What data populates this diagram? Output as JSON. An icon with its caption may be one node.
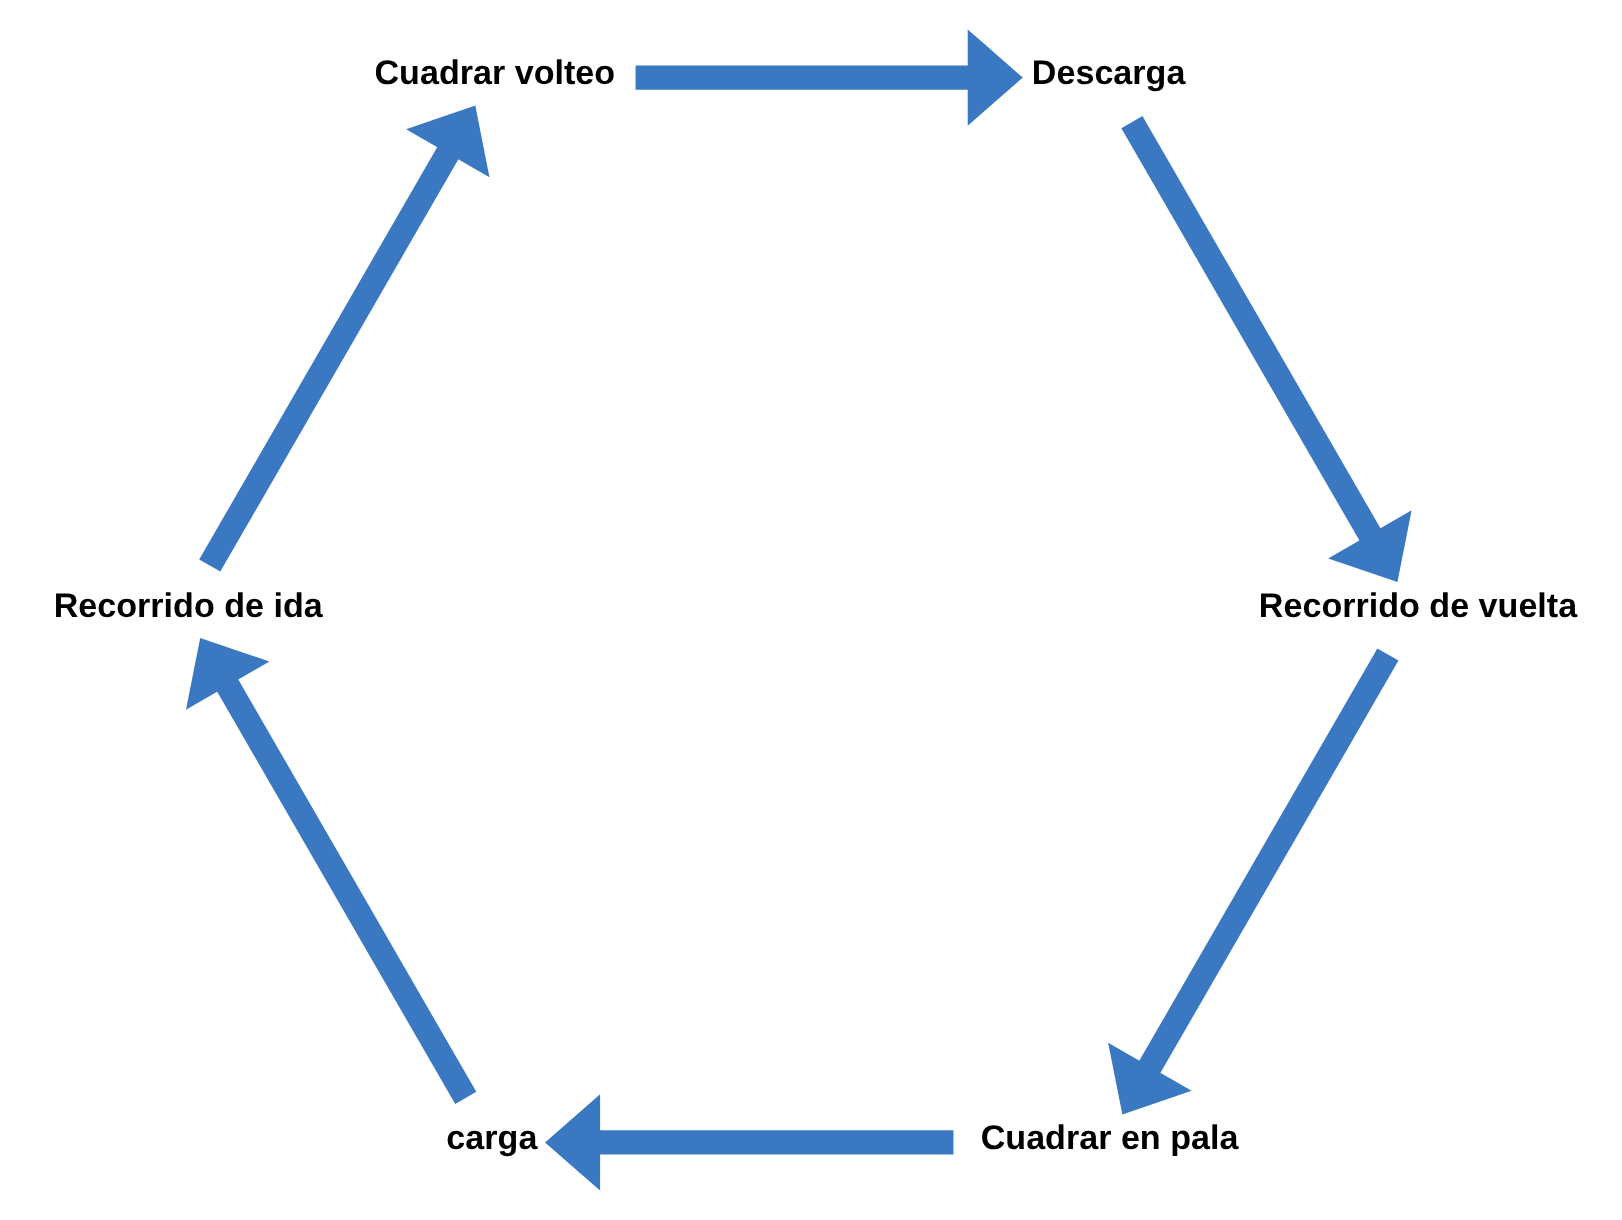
{
  "diagram": {
    "nodes": [
      {
        "text": [
          "Cuadrar en pala"
        ]
      },
      {
        "text": [
          "carga"
        ]
      },
      {
        "text": [
          "Recorrido de vuelta"
        ]
      },
      {
        "text": [
          "Recorrido de ida"
        ]
      },
      {
        "text": [
          "Descarga"
        ]
      },
      {
        "text": [
          "Cuadrar volteo"
        ]
      }
    ],
    "edges": [
      {
        "from": 0,
        "to": 1,
        "arrow": "to"
      },
      {
        "from": 1,
        "to": 3,
        "arrow": "to"
      },
      {
        "from": 3,
        "to": 5,
        "arrow": "to"
      },
      {
        "from": 5,
        "to": 4,
        "arrow": "to"
      },
      {
        "from": 4,
        "to": 2,
        "arrow": "to"
      },
      {
        "from": 2,
        "to": 0,
        "arrow": "to"
      }
    ]
  }
}
